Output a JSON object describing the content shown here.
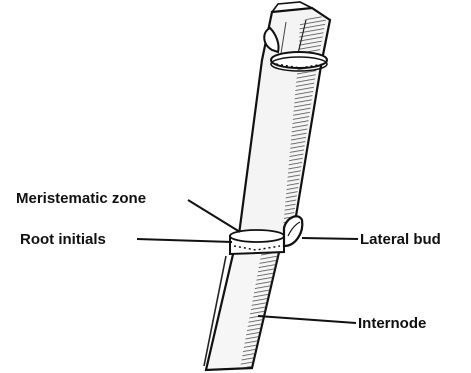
{
  "figure": {
    "labels": {
      "meristematic_zone": "Meristematic zone",
      "root_initials": "Root initials",
      "lateral_bud": "Lateral bud",
      "internode": "Internode"
    }
  }
}
